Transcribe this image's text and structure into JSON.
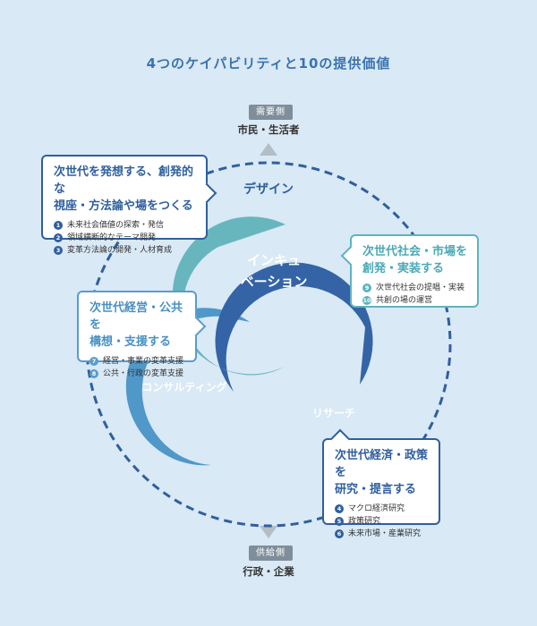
{
  "title": "4つのケイパビリティと10の提供価値",
  "demand_side": {
    "tag": "需要側",
    "label": "市民・生活者"
  },
  "supply_side": {
    "tag": "供給側",
    "label": "行政・企業"
  },
  "ring_label": "デザイン",
  "petals": {
    "incubation": {
      "line1": "インキュ",
      "line2": "ベーション",
      "color": "#67b6bd"
    },
    "consulting": {
      "label": "コンサルティング",
      "color": "#4f98c9"
    },
    "research": {
      "label": "リサーチ",
      "color": "#3464a6"
    }
  },
  "cards": {
    "design": {
      "line1": "次世代を発想する、創発的な",
      "line2": "視座・方法論や場をつくる",
      "items": [
        {
          "num": "1",
          "text": "未来社会価値の探索・発信"
        },
        {
          "num": "2",
          "text": "領域横断的なテーマ開発"
        },
        {
          "num": "3",
          "text": "変革方法論の開発・人材育成"
        }
      ]
    },
    "incubation": {
      "line1": "次世代社会・市場を",
      "line2": "創発・実装する",
      "items": [
        {
          "num": "9",
          "text": "次世代社会の提唱・実装"
        },
        {
          "num": "10",
          "text": "共創の場の運営"
        }
      ]
    },
    "consulting": {
      "line1": "次世代経営・公共を",
      "line2": "構想・支援する",
      "items": [
        {
          "num": "7",
          "text": "経営・事業の変革支援"
        },
        {
          "num": "8",
          "text": "公共・行政の変革支援"
        }
      ]
    },
    "research": {
      "line1": "次世代経済・政策を",
      "line2": "研究・提言する",
      "items": [
        {
          "num": "4",
          "text": "マクロ経済研究"
        },
        {
          "num": "5",
          "text": "政策研究"
        },
        {
          "num": "6",
          "text": "未来市場・産業研究"
        }
      ]
    }
  },
  "colors": {
    "accent": "#3a73b0",
    "ring": "#2f5f9e",
    "background": "#d9e9f5"
  }
}
